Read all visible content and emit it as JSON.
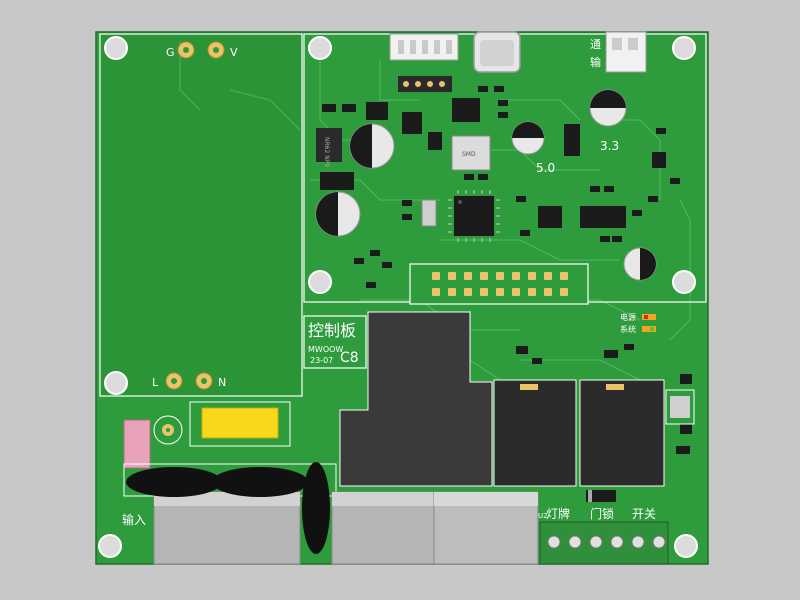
{
  "board": {
    "module_labels": {
      "g": "G",
      "v": "V",
      "l": "L",
      "n": "N"
    },
    "title": "控制板",
    "brand": "MWOOW",
    "date": "23-07",
    "version": "C8",
    "voltage_5": "5.0",
    "voltage_33": "3.3",
    "input_label": "输入",
    "u2_label": "U2",
    "terminal_labels": {
      "lamp": "灯牌",
      "lock": "门锁",
      "switch": "开关"
    },
    "led_power": "电源",
    "led_system": "系统",
    "connector_top_right_1": "通",
    "connector_top_right_2": "输",
    "inductor_mark": "SMD",
    "chip_mark": "NR62 NP9"
  },
  "colors": {
    "background": "#c8c8c8",
    "pcb": "#2e9b3c",
    "pcb_dark": "#227a2f",
    "copper": "#e9c46a",
    "silkscreen": "#ffffff",
    "yellow_cap": "#f7d81d",
    "pink_pad": "#e9a3b8"
  }
}
